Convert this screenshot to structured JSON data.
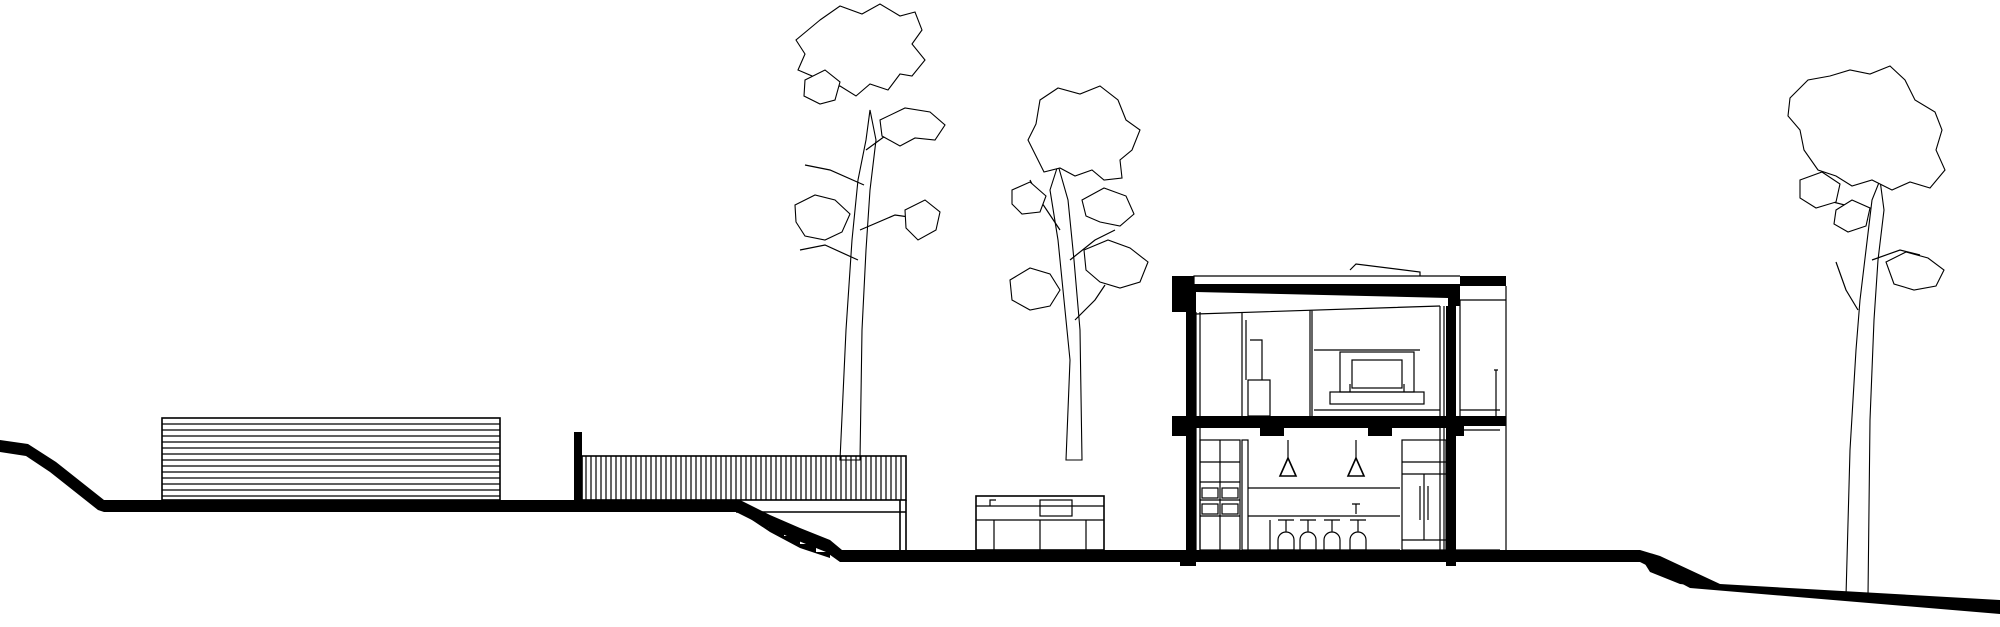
{
  "drawing": {
    "kind": "architectural-site-section",
    "style": "black line drawing on white",
    "colors": {
      "line": "#000000",
      "background": "#ffffff"
    },
    "elements": [
      "terrain-profile",
      "garden-shed",
      "timber-screen-fence",
      "terrace-steps",
      "outdoor-kitchen-bench",
      "two-storey-house-section",
      "eucalyptus-trees"
    ],
    "tree_count": 3,
    "house_storeys": 2
  }
}
